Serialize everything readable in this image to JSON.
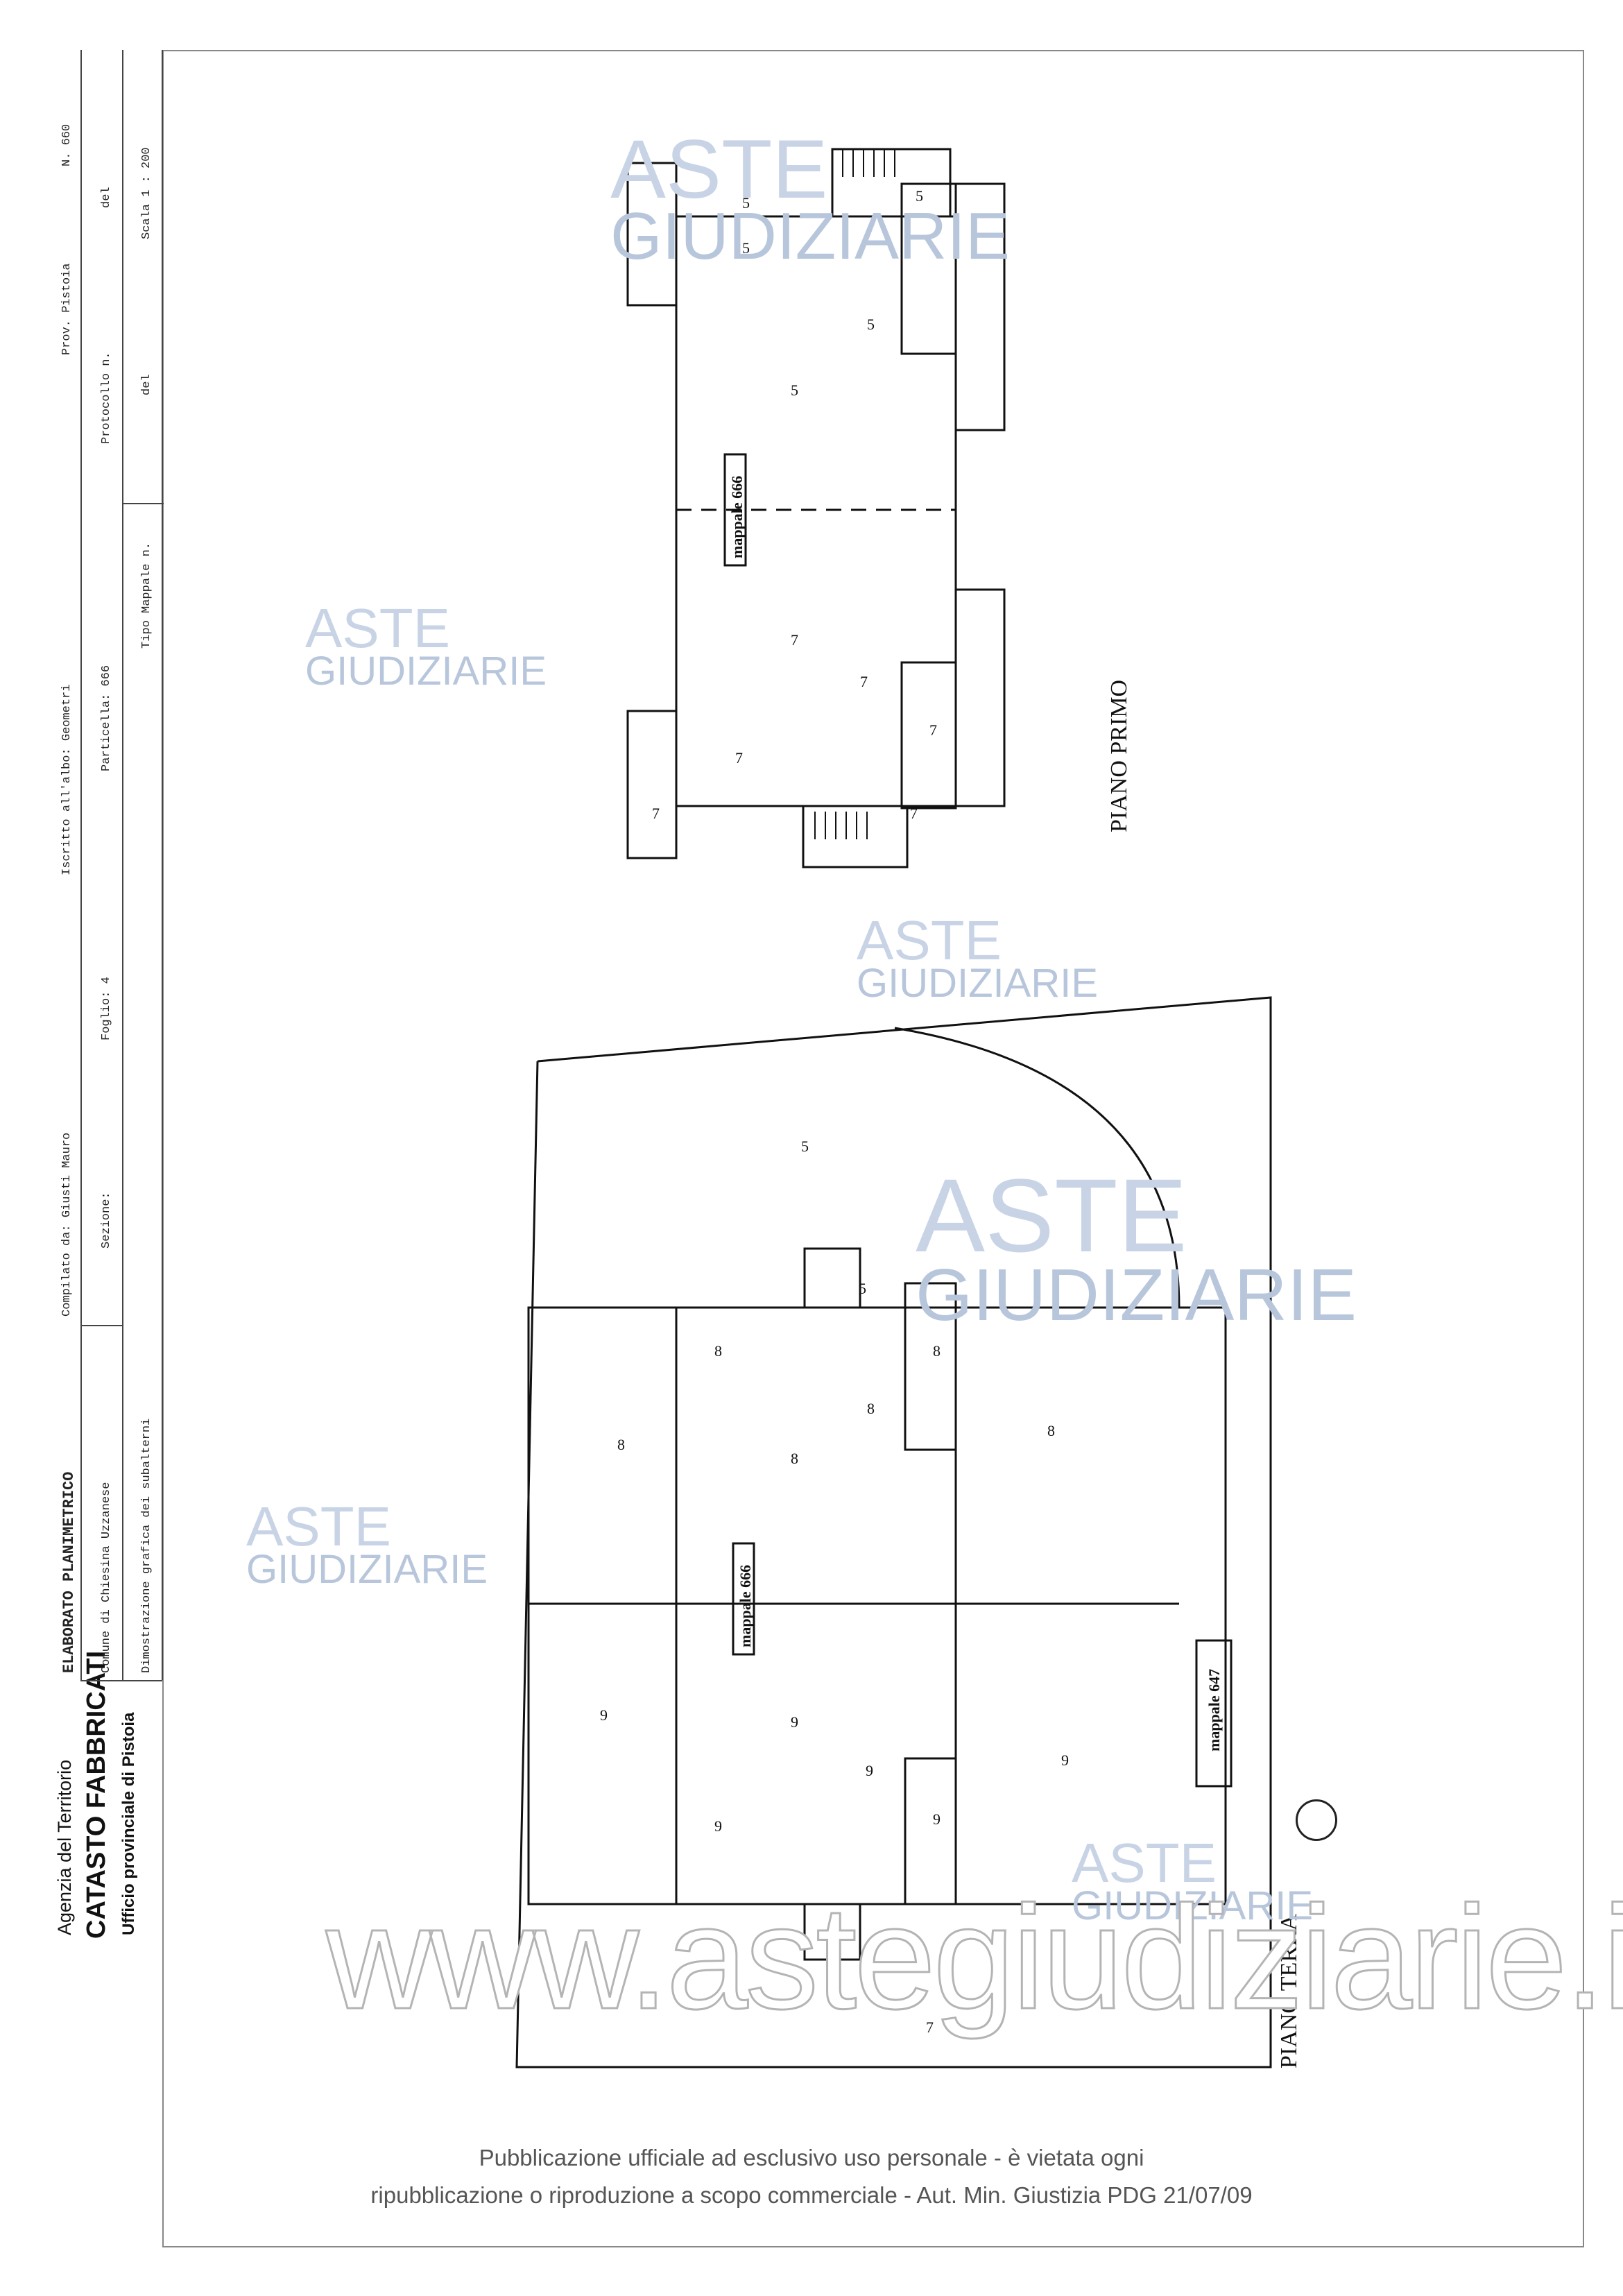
{
  "agency": {
    "name": "Agenzia del Territorio",
    "service": "CATASTO FABBRICATI",
    "office_prefix": "Ufficio provinciale di",
    "office_city": "Pistoia"
  },
  "header": {
    "doc_type": "ELABORATO PLANIMETRICO",
    "compiled_by": "Compilato da: Giusti Mauro",
    "registered": "Iscritto all'albo: Geometri",
    "province": "Prov. Pistoia",
    "number": "N.  660",
    "comune": "Comune di Chiesina Uzzanese",
    "sezione": "Sezione:",
    "foglio": "Foglio: 4",
    "particella": "Particella: 666",
    "protocollo": "Protocollo n.",
    "protocollo_del": "del",
    "dimostrazione": "Dimostrazione grafica dei subalterni",
    "tipo_mappale": "Tipo Mappale n.",
    "tipo_del": "del",
    "scala": "Scala 1 : 200"
  },
  "plans": {
    "first_floor_label": "PIANO PRIMO",
    "ground_floor_label": "PIANO TERRA",
    "mappale_main": "mappale 666",
    "mappale_adjacent": "mappale 647",
    "first_floor_units": [
      "5",
      "5",
      "5",
      "5",
      "5",
      "7",
      "7",
      "7",
      "7",
      "7",
      "7"
    ],
    "ground_floor_units": [
      "5",
      "5",
      "8",
      "8",
      "8",
      "8",
      "8",
      "8",
      "9",
      "9",
      "9",
      "9",
      "9",
      "9",
      "7"
    ]
  },
  "watermark": {
    "line1": "ASTE",
    "line2": "GIUDIZIARIE",
    "site": "www.astegiudiziarie.it"
  },
  "footer": {
    "line1": "Pubblicazione ufficiale ad esclusivo uso personale - è vietata ogni",
    "line2": "ripubblicazione o riproduzione a scopo commerciale - Aut. Min. Giustizia PDG 21/07/09"
  }
}
